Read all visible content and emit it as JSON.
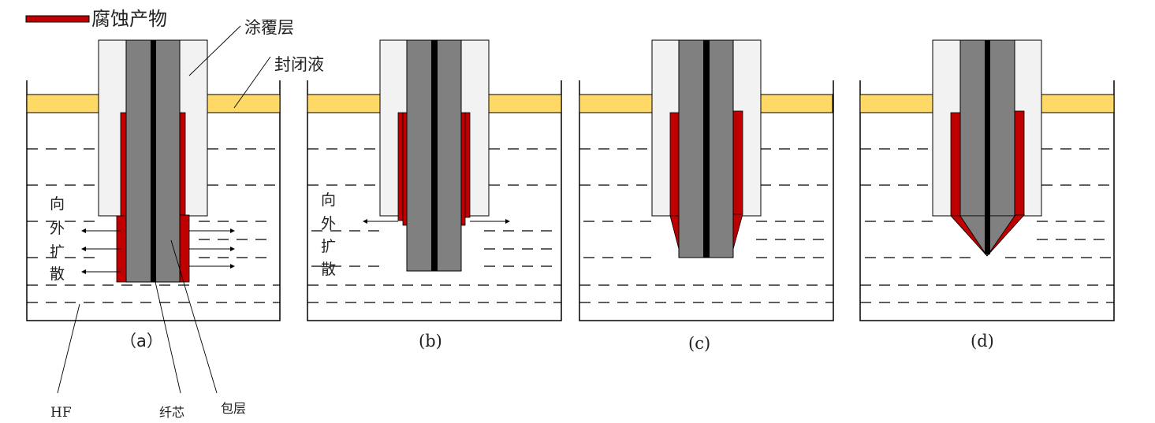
{
  "legend": {
    "label": "腐蚀产物",
    "swatch_color": "#c00000"
  },
  "labels": {
    "coating": "涂覆层",
    "sealant": "封闭液",
    "hf": "HF",
    "core": "纤芯",
    "cladding": "包层",
    "diffusion_chars": [
      "向",
      "外",
      "扩",
      "散"
    ]
  },
  "colors": {
    "sealant": "#ffd966",
    "coating": "#f2f2f2",
    "cladding": "#808080",
    "core": "#000000",
    "corrosion": "#c00000",
    "outline": "#000000"
  },
  "panels": [
    {
      "id": "a",
      "caption": "（a）",
      "stage": "coating-stripped, corrosion products diffuse outward from exposed cladding"
    },
    {
      "id": "b",
      "caption": "(b)",
      "stage": "cladding etched below coating, corrosion products diffuse outward"
    },
    {
      "id": "c",
      "caption": "(c)",
      "stage": "tapered etching at coating edge"
    },
    {
      "id": "d",
      "caption": "(d)",
      "stage": "conical tip formed"
    }
  ]
}
